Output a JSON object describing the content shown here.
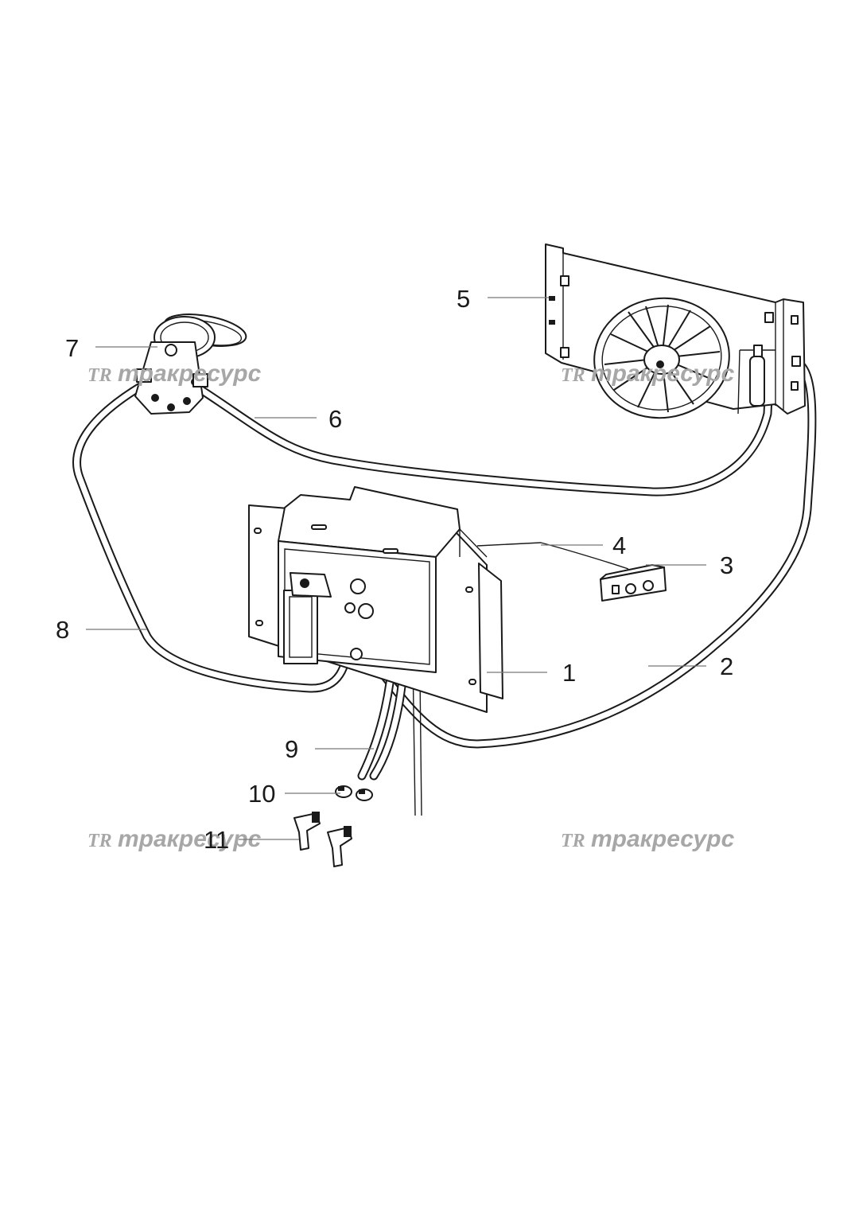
{
  "callouts": [
    {
      "id": "1",
      "label": "1"
    },
    {
      "id": "2",
      "label": "2"
    },
    {
      "id": "3",
      "label": "3"
    },
    {
      "id": "4",
      "label": "4"
    },
    {
      "id": "5",
      "label": "5"
    },
    {
      "id": "6",
      "label": "6"
    },
    {
      "id": "7",
      "label": "7"
    },
    {
      "id": "8",
      "label": "8"
    },
    {
      "id": "9",
      "label": "9"
    },
    {
      "id": "10",
      "label": "10"
    },
    {
      "id": "11",
      "label": "11"
    }
  ],
  "watermark": {
    "logo": "TR",
    "text": "тракресурс"
  },
  "colors": {
    "line": "#1a1a1a",
    "leader": "#777777",
    "watermark": "#a7a7a7",
    "background": "#ffffff"
  }
}
